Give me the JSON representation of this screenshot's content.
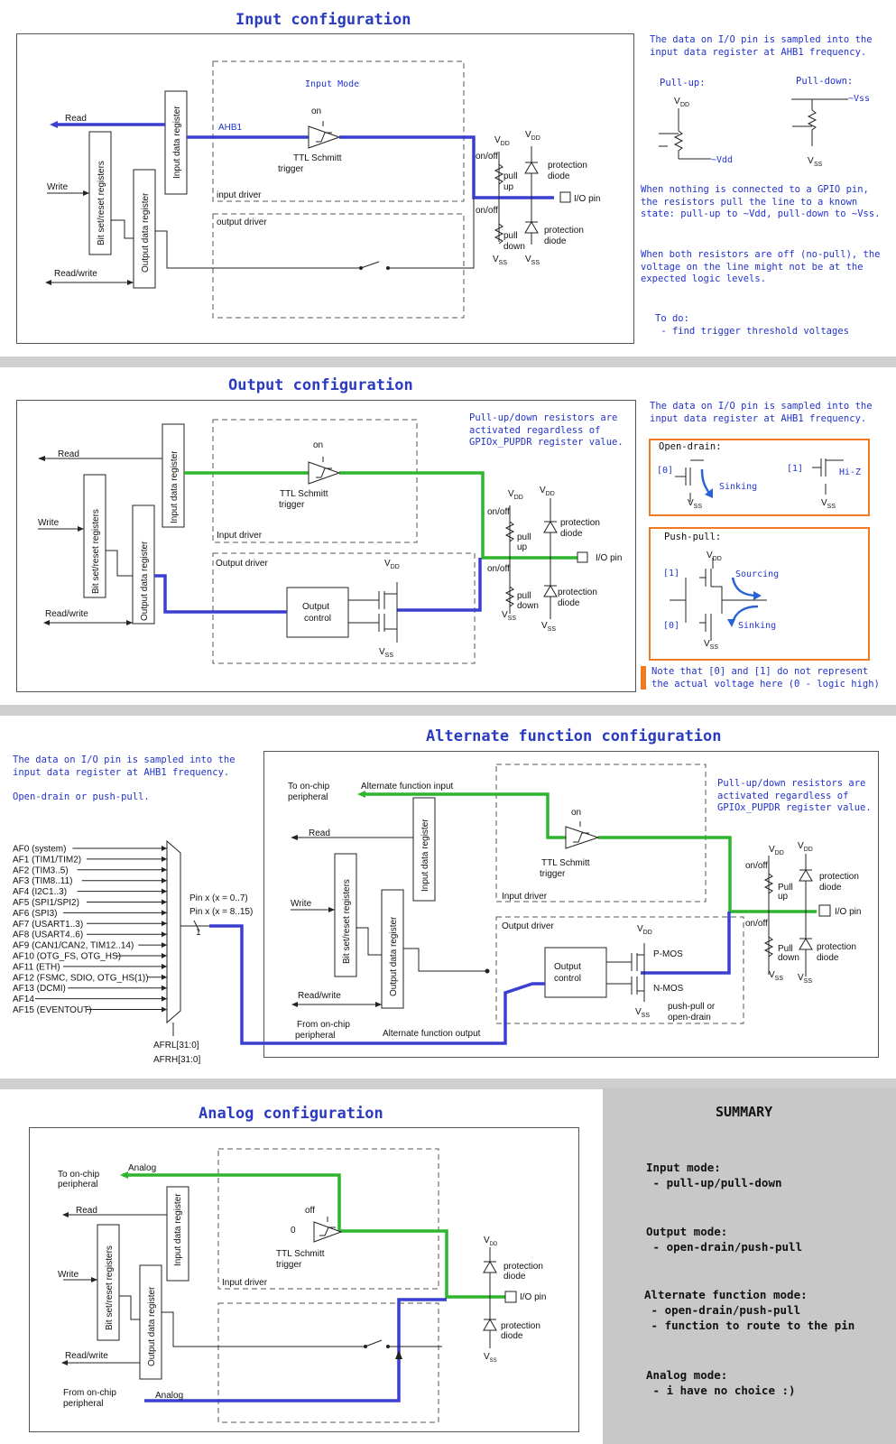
{
  "input": {
    "title": "Input configuration",
    "mode_label": "Input Mode",
    "bus_label": "AHB1",
    "note_top": "The data on I/O pin is sampled into the\ninput data register at AHB1 frequency.",
    "pullup_caption": "Pull-up:",
    "pulldown_caption": "Pull-down:",
    "pullup_vdd": "V",
    "pullup_bottom": "~Vdd",
    "pulldown_top": "~Vss",
    "pulldown_vss": "V",
    "note_mid": "When nothing is connected to a GPIO pin,\nthe resistors pull the line to a known\nstate: pull-up to ~Vdd, pull-down to ~Vss.",
    "note_low": "When both resistors are off (no-pull), the\nvoltage on the line might not be at the\nexpected logic levels.",
    "note_todo": "To do:\n - find trigger threshold voltages"
  },
  "output": {
    "title": "Output configuration",
    "note_resistors": "Pull-up/down resistors are\nactivated regardless of\nGPIOx_PUPDR register value.",
    "note_top": "The data on I/O pin is sampled into the\ninput data register at AHB1 frequency.",
    "open_drain_label": "Open-drain:",
    "od_zero": "[0]",
    "od_one": "[1]",
    "od_sinking": "Sinking",
    "od_hiz": "Hi-Z",
    "push_pull_label": "Push-pull:",
    "pp_one": "[1]",
    "pp_zero": "[0]",
    "pp_sourcing": "Sourcing",
    "pp_sinking": "Sinking",
    "note_bottom": "Note that [0] and [1] do not represent\nthe actual voltage here (0 - logic high)"
  },
  "alternate": {
    "title": "Alternate function configuration",
    "note_left": "The data on I/O pin is sampled into the\ninput data register at AHB1 frequency.\n\nOpen-drain or push-pull.",
    "note_right": "Pull-up/down resistors are\nactivated regardless of\nGPIOx_PUPDR register value.",
    "to_on_chip": "To on-chip\nperipheral",
    "af_input": "Alternate function input",
    "from_on_chip": "From on-chip\nperipheral",
    "af_output": "Alternate function output",
    "pmos": "P-MOS",
    "nmos": "N-MOS",
    "push_pull_or": "push-pull or\nopen-drain",
    "mux_pin1": "Pin x (x = 0..7)",
    "mux_pin2": "Pin x (x = 8..15)",
    "afrl": "AFRL[31:0]",
    "afrh": "AFRH[31:0]",
    "af_list": [
      "AF0 (system)",
      "AF1 (TIM1/TIM2)",
      "AF2 (TIM3..5)",
      "AF3 (TIM8..11)",
      "AF4 (I2C1..3)",
      "AF5 (SPI1/SPI2)",
      "AF6 (SPI3)",
      "AF7 (USART1..3)",
      "AF8 (USART4..6)",
      "AF9 (CAN1/CAN2, TIM12..14)",
      "AF10 (OTG_FS, OTG_HS)",
      "AF11 (ETH)",
      "AF12 (FSMC, SDIO, OTG_HS(1))",
      "AF13 (DCMI)",
      "AF14",
      "AF15 (EVENTOUT)"
    ]
  },
  "analog": {
    "title": "Analog configuration",
    "analog_label": "Analog",
    "to_on_chip": "To on-chip\nperipheral",
    "from_on_chip": "From on-chip\nperipheral",
    "off_label": "off",
    "zero_label": "0"
  },
  "common": {
    "read": "Read",
    "write": "Write",
    "read_write": "Read/write",
    "input_data_register": "Input data register",
    "output_data_register": "Output data register",
    "bit_set_reset": "Bit set/reset registers",
    "ttl_schmitt": "TTL Schmitt\ntrigger",
    "on": "on",
    "input_driver": "Input driver",
    "input_driver_lc": "input driver",
    "output_driver": "Output driver",
    "output_driver_lc": "output driver",
    "output_control": "Output\ncontrol",
    "on_off": "on/off",
    "pull_up": "pull\nup",
    "pull_down": "pull\ndown",
    "protection_diode": "protection\ndiode",
    "io_pin": "I/O pin",
    "vdd": "V",
    "vss": "V",
    "dd": "DD",
    "ss": "SS"
  },
  "summary": {
    "title": "SUMMARY",
    "input": "Input mode:\n - pull-up/pull-down",
    "output": "Output mode:\n - open-drain/push-pull",
    "alternate": "Alternate function mode:\n - open-drain/push-pull\n - function to route to the pin",
    "analog": "Analog mode:\n - i have no choice :)"
  },
  "colors": {
    "title_blue": "#2a3bbf",
    "note_blue": "#2233cc",
    "bus_blue": "#3a3fd0",
    "bus_green": "#2db52d",
    "orange": "#f07a22",
    "separator": "#cfcfcf"
  }
}
